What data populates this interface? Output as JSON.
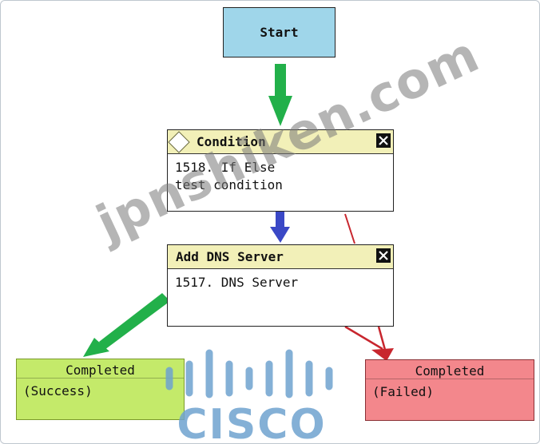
{
  "start": {
    "label": "Start"
  },
  "condition": {
    "title": "Condition",
    "lines": [
      "1518. If Else",
      "test condition"
    ]
  },
  "dns": {
    "title": "Add DNS Server",
    "lines": [
      "1517. DNS Server"
    ]
  },
  "success": {
    "title": "Completed",
    "sub": "(Success)"
  },
  "failed": {
    "title": "Completed",
    "sub": "(Failed)"
  },
  "watermark": "jpnshiken.com",
  "logo": {
    "text": "CISCO",
    "color": "#6fa3d0"
  },
  "colors": {
    "start_fill": "#9fd6ea",
    "task_header": "#f2f0b8",
    "success_fill": "#c4ea6a",
    "failed_fill": "#f3878c",
    "arrow_green": "#22b04a",
    "arrow_blue": "#3a48c6",
    "arrow_red": "#c8262e"
  }
}
